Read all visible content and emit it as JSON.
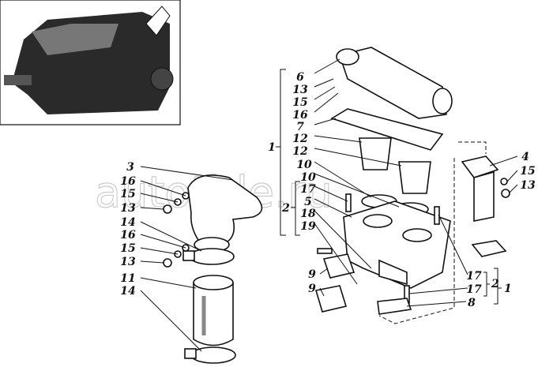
{
  "watermark": "autotitle.ru",
  "center_labels": [
    "6",
    "13",
    "15",
    "16",
    "7",
    "12",
    "12",
    "10",
    "10",
    "17",
    "5",
    "18",
    "19"
  ],
  "left_labels": [
    "3",
    "16",
    "15",
    "13",
    "14",
    "16",
    "15",
    "13",
    "11",
    "14"
  ],
  "right_labels": [
    "4",
    "15",
    "13"
  ],
  "bottom_labels": [
    "9",
    "9",
    "17",
    "17",
    "8"
  ],
  "group_labels": {
    "assembly_1": "1",
    "assembly_2": "2",
    "bottom_2": "2",
    "bottom_1": "1"
  }
}
